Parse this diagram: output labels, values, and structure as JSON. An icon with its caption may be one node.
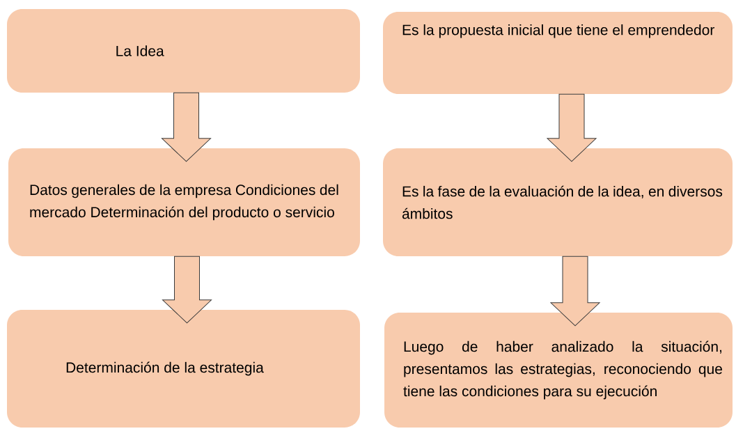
{
  "diagram": {
    "nodes": [
      {
        "text": [
          "La Idea"
        ]
      },
      {
        "text": [
          "Es la propuesta inicial que tiene el emprendedor"
        ]
      },
      {
        "text": [
          "Datos generales de la empresa Condiciones del mercado Determinación del producto o servicio"
        ]
      },
      {
        "text": [
          "Es la fase de la evaluación de la idea, en diversos ámbitos"
        ]
      },
      {
        "text": [
          "Determinación de la estrategia"
        ]
      },
      {
        "text": [
          "Luego de haber analizado la situación, presentamos las estrategias, reconociendo que tiene las condiciones para su ejecución"
        ]
      }
    ],
    "edges": [
      {
        "from": 0,
        "to": 2,
        "arrow": "to"
      },
      {
        "from": 2,
        "to": 4,
        "arrow": "to"
      },
      {
        "from": 1,
        "to": 3,
        "arrow": "to"
      },
      {
        "from": 3,
        "to": 5,
        "arrow": "to"
      }
    ]
  }
}
